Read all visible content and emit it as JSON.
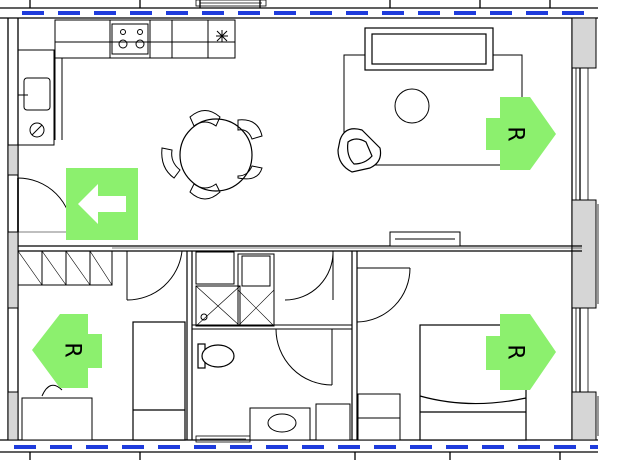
{
  "plan": {
    "markers": [
      {
        "id": "arrow-exit",
        "kind": "left-arrow-square",
        "label": ""
      },
      {
        "id": "r-top-right",
        "kind": "pointer-right",
        "label": "R"
      },
      {
        "id": "r-mid-right",
        "kind": "pointer-right",
        "label": "R"
      },
      {
        "id": "r-left",
        "kind": "pointer-left",
        "label": "R"
      }
    ],
    "colors": {
      "marker_fill": "#8cf06e",
      "wall_line": "#000000",
      "window_dash": "#1f3cdc",
      "partition_fill": "#d6d6d6"
    }
  }
}
